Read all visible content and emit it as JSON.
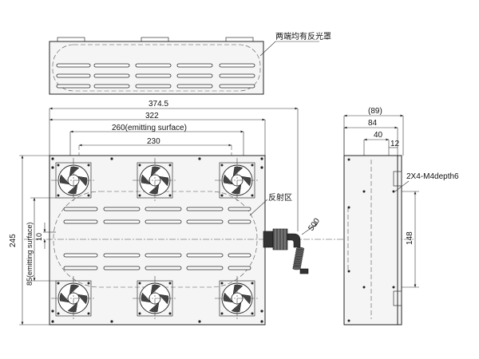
{
  "labels": {
    "reflector_cover": "两端均有反光罩",
    "reflection_area": "反射区",
    "threaded_holes": "2X4-M4depth6"
  },
  "dimensions": {
    "overall_width": "374.5",
    "plate_width": "322",
    "emitting_width": "260(emitting surface)",
    "inner_width": "230",
    "overall_height": "245",
    "emitting_height": "85(emitting surface)",
    "center_offset": "10",
    "cable_length": "500",
    "side_depth_total": "(89)",
    "side_depth": "84",
    "side_hole_offset": "40",
    "side_edge_offset": "12",
    "side_hole_spacing": "148"
  }
}
